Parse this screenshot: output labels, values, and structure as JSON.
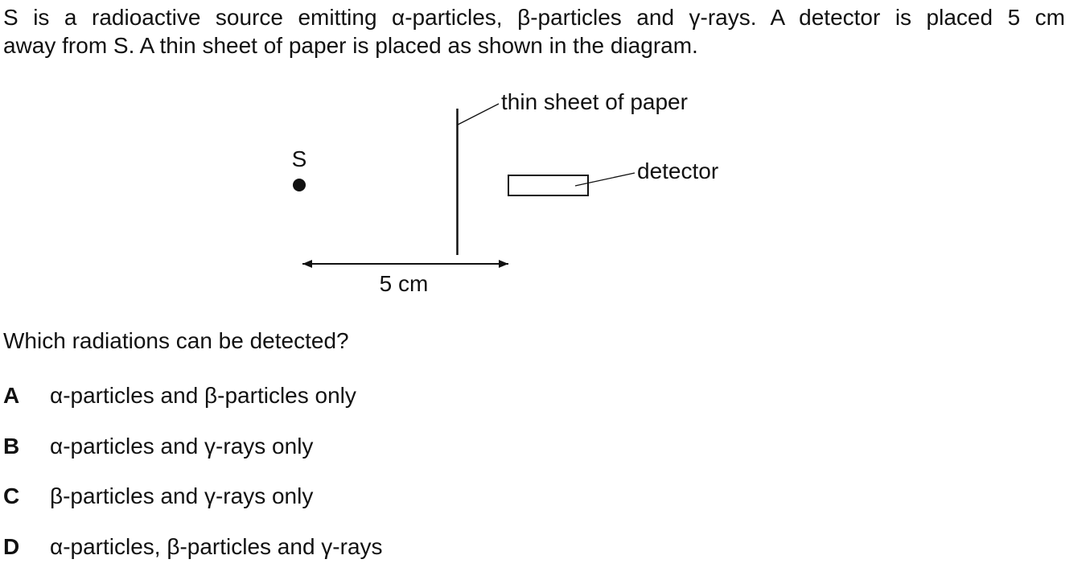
{
  "stem": {
    "line1": "S is a radioactive source emitting α-particles, β-particles and γ-rays. A detector is placed 5 cm",
    "line2": "away from S. A thin sheet of paper is placed as shown in the diagram."
  },
  "diagram": {
    "source_label": "S",
    "paper_label": "thin sheet of paper",
    "detector_label": "detector",
    "distance_label": "5 cm"
  },
  "question": "Which radiations can be detected?",
  "options": [
    {
      "letter": "A",
      "text": "α-particles and β-particles only"
    },
    {
      "letter": "B",
      "text": "α-particles and γ-rays only"
    },
    {
      "letter": "C",
      "text": "β-particles and γ-rays only"
    },
    {
      "letter": "D",
      "text": "α-particles, β-particles and γ-rays"
    }
  ]
}
